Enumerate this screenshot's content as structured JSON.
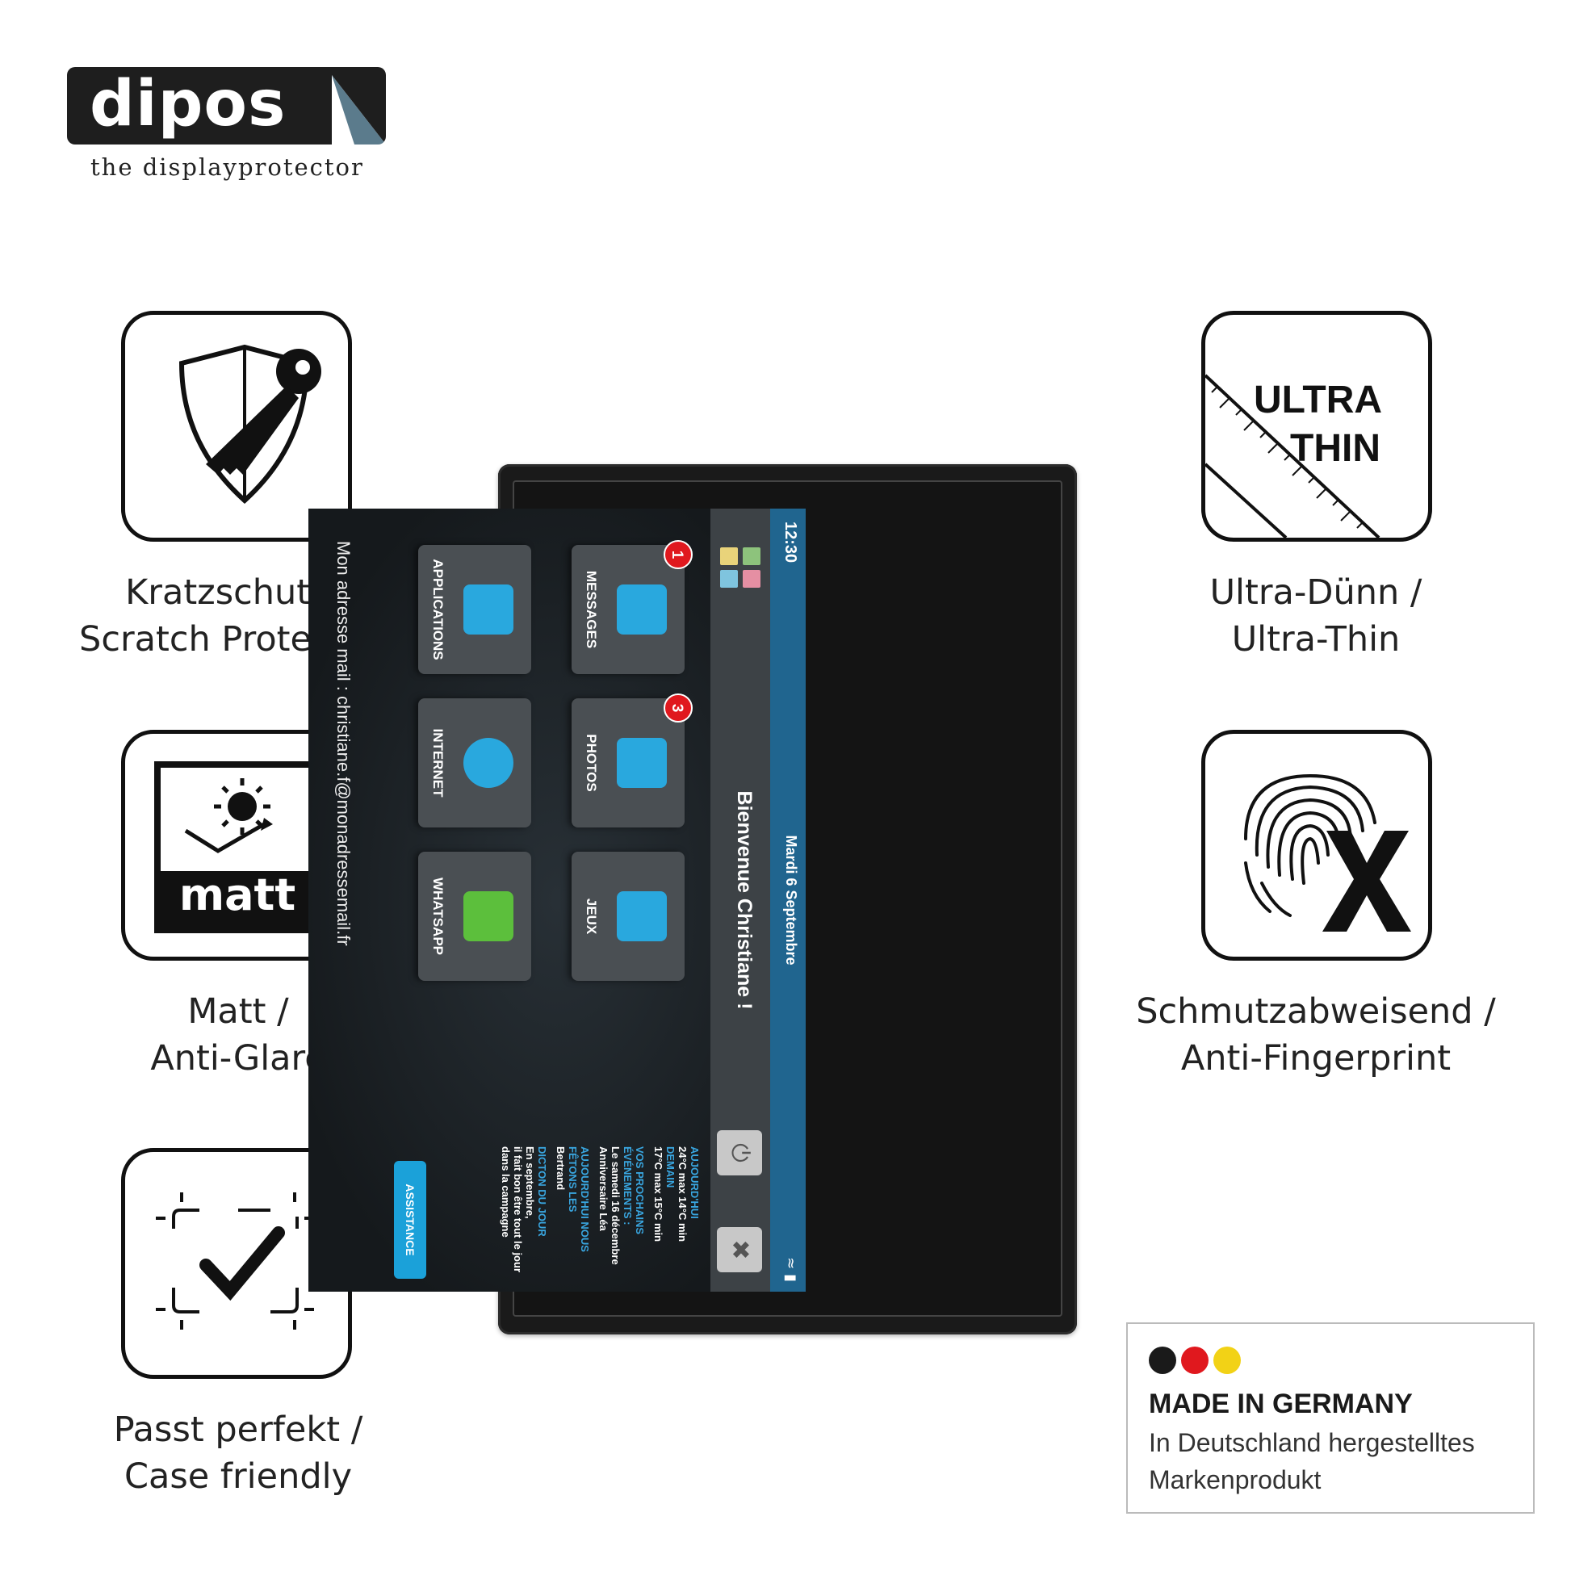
{
  "brand": {
    "name": "dipos",
    "tagline": "the displayprotector"
  },
  "features": [
    {
      "icon": "shield-key-icon",
      "label_de": "Kratzschutz /",
      "label_en": "Scratch Protection"
    },
    {
      "icon": "matt-sun-icon",
      "icon_text": "matt",
      "label_de": "Matt /",
      "label_en": "Anti-Glare"
    },
    {
      "icon": "case-check-icon",
      "label_de": "Passt perfekt /",
      "label_en": "Case friendly"
    },
    {
      "icon": "ultra-thin-ruler-icon",
      "icon_text_1": "ULTRA",
      "icon_text_2": "THIN",
      "label_de": "Ultra-Dünn /",
      "label_en": "Ultra-Thin"
    },
    {
      "icon": "fingerprint-cross-icon",
      "label_de": "Schmutzabweisend /",
      "label_en": "Anti-Fingerprint"
    }
  ],
  "tablet_screen": {
    "time": "12:30",
    "date": "Mardi 6 Septembre",
    "welcome": "Bienvenue Christiane !",
    "apps": [
      {
        "label": "MESSAGES",
        "badge": "1",
        "icon": "mail-icon",
        "color": "#29a8de"
      },
      {
        "label": "PHOTOS",
        "badge": "3",
        "icon": "camera-icon",
        "color": "#29a8de"
      },
      {
        "label": "JEUX",
        "badge": "",
        "icon": "puzzle-icon",
        "color": "#29a8de"
      },
      {
        "label": "APPLICATIONS",
        "badge": "",
        "icon": "apps-grid-icon",
        "color": "#29a8de"
      },
      {
        "label": "INTERNET",
        "badge": "",
        "icon": "globe-icon",
        "color": "#29a8de"
      },
      {
        "label": "WHATSAPP",
        "badge": "",
        "icon": "whatsapp-icon",
        "color": "#5cbf3c"
      }
    ],
    "info": {
      "today_label": "AUJOURD'HUI",
      "today_temp": "24°C max 14°C min",
      "tomorrow_label": "DEMAIN",
      "tomorrow_temp": "17°C max 15°C min",
      "events_label": "VOS PROCHAINS ÉVÉNEMENTS :",
      "event_1": "Le samedi 16 décembre",
      "event_2": "Anniversaire Léa",
      "feast_label": "AUJOURD'HUI NOUS FÊTONS LES",
      "feast_name": "Bertrand",
      "saying_label": "DICTON DU JOUR",
      "saying_1": "En septembre,",
      "saying_2": "il fait bon être tout le jour",
      "saying_3": "dans la campagne"
    },
    "assist_button": "ASSISTANCE",
    "email": "Mon adresse mail : christiane.f@monadressemail.fr"
  },
  "made_in_germany": {
    "title": "MADE IN GERMANY",
    "line_1": "In Deutschland hergestelltes",
    "line_2": "Markenprodukt",
    "colors": [
      "#1a1a1a",
      "#e0181e",
      "#f2d216"
    ]
  }
}
